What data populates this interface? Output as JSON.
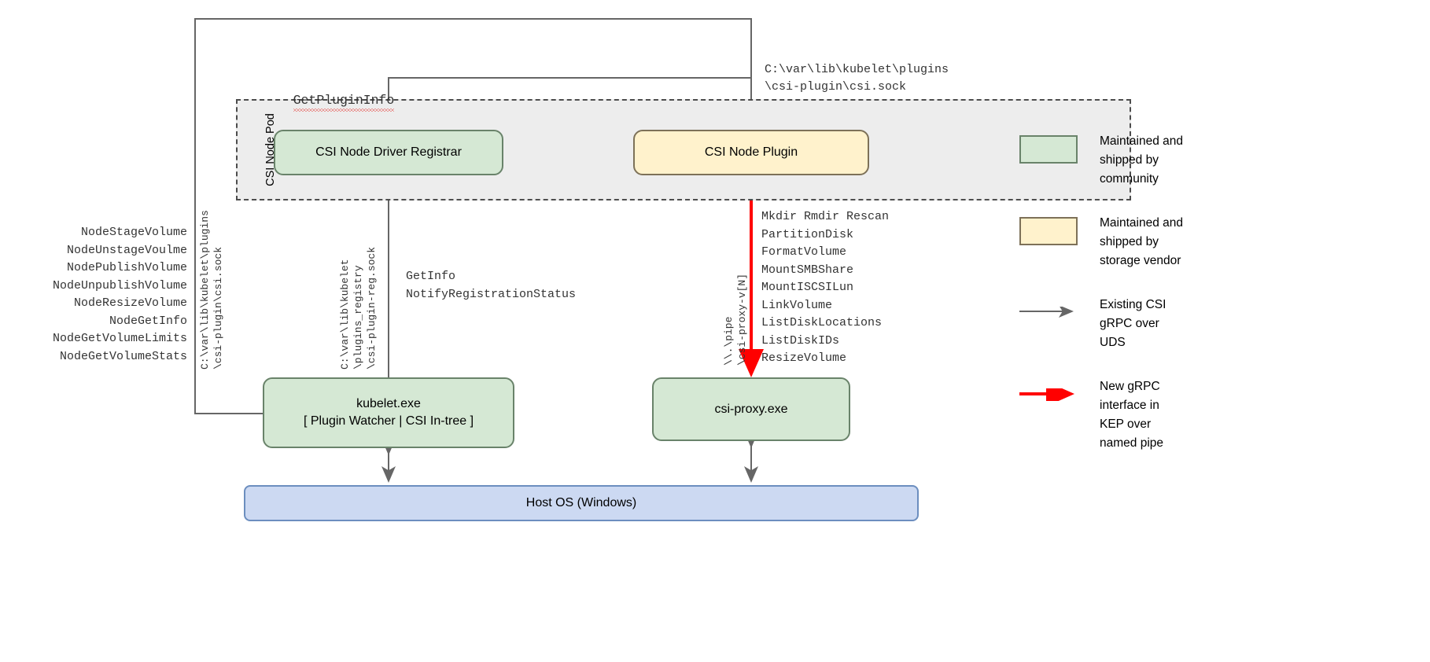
{
  "diagram": {
    "pod": {
      "label": "CSI Node Pod"
    },
    "boxes": {
      "registrar": "CSI Node Driver Registrar",
      "node_plugin": "CSI Node Plugin",
      "kubelet_line1": "kubelet.exe",
      "kubelet_line2": "[ Plugin Watcher | CSI In-tree ]",
      "csi_proxy": "csi-proxy.exe",
      "host_os": "Host OS (Windows)"
    },
    "labels": {
      "get_plugin_info": "GetPluginInfo",
      "plugin_socket_path": "C:\\var\\lib\\kubelet\\plugins\n\\csi-plugin\\csi.sock",
      "node_rpc_list": "NodeStageVolume\nNodeUnstageVoulme\nNodePublishVolume\nNodeUnpublishVolume\nNodeResizeVolume\nNodeGetInfo\nNodeGetVolumeLimits\nNodeGetVolumeStats",
      "uds_plugin_path_rot": "C:\\var\\lib\\kubelet\\plugins\n\\csi-plugin\\csi.sock",
      "uds_registry_path_rot": "C:\\var\\lib\\kubelet\n\\plugins_registry\n\\csi-plugin-reg.sock",
      "registration_rpcs": "GetInfo\nNotifyRegistrationStatus",
      "named_pipe_rot": "\\\\.\\pipe\n\\csi-proxy-v[N]",
      "csi_proxy_apis": "Mkdir Rmdir Rescan\nPartitionDisk\nFormatVolume\nMountSMBShare\nMountISCSILun\nLinkVolume\nListDiskLocations\nListDiskIDs\nResizeVolume"
    },
    "legend": [
      {
        "kind": "swatch-green",
        "text": "Maintained and\nshipped by\ncommunity"
      },
      {
        "kind": "swatch-yellow",
        "text": "Maintained and\nshipped by\nstorage vendor"
      },
      {
        "kind": "arrow-gray",
        "text": "Existing CSI\ngRPC over\nUDS"
      },
      {
        "kind": "arrow-red",
        "text": "New gRPC\ninterface in\nKEP over\nnamed pipe"
      }
    ],
    "colors": {
      "community_fill": "#d5e8d4",
      "vendor_fill": "#fff2cc",
      "host_os_fill": "#ccd9f2",
      "pod_fill": "#ededed",
      "existing_arrow": "#666666",
      "new_arrow": "#ff0000"
    }
  }
}
